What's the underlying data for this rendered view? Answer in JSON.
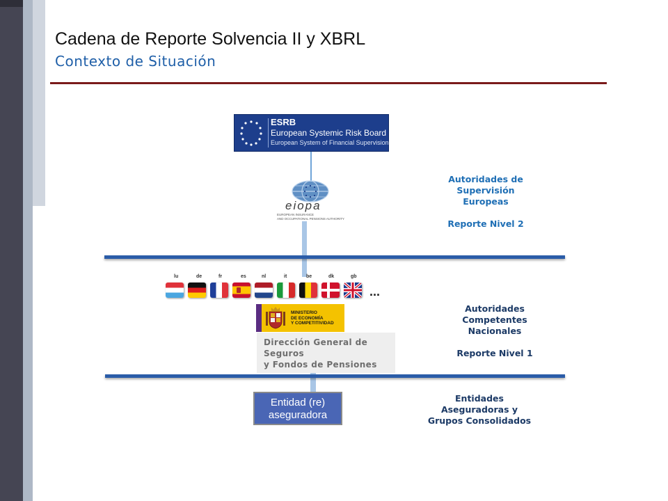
{
  "header": {
    "title": "Cadena de Reporte Solvencia II y XBRL",
    "subtitle": "Contexto de Situación"
  },
  "esrb": {
    "acronym": "ESRB",
    "name": "European Systemic Risk Board",
    "system": "European System of Financial Supervision"
  },
  "eiopa": {
    "wordmark": "eiopa",
    "sub1": "EUROPEAN INSURANCE",
    "sub2": "AND OCCUPATIONAL PENSIONS AUTHORITY"
  },
  "levels": {
    "european": {
      "line1": "Autoridades de",
      "line2": "Supervisión",
      "line3": "Europeas",
      "report": "Reporte Nivel 2"
    },
    "national": {
      "line1": "Autoridades",
      "line2": "Competentes",
      "line3": "Nacionales",
      "report": "Reporte Nivel 1"
    },
    "entities": {
      "line1": "Entidades",
      "line2": "Aseguradoras y",
      "line3": "Grupos Consolidados"
    }
  },
  "flags": [
    {
      "code": "lu"
    },
    {
      "code": "de"
    },
    {
      "code": "fr"
    },
    {
      "code": "es"
    },
    {
      "code": "nl"
    },
    {
      "code": "it"
    },
    {
      "code": "be"
    },
    {
      "code": "dk"
    },
    {
      "code": "gb"
    }
  ],
  "flags_more": "...",
  "ministerio": {
    "line1": "MINISTERIO",
    "line2": "DE ECONOMÍA",
    "line3": "Y COMPETITIVIDAD"
  },
  "dgs": {
    "line1": "Dirección General de",
    "line2": "Seguros",
    "line3": "y Fondos de Pensiones"
  },
  "entidad": {
    "line1": "Entidad (re)",
    "line2": "aseguradora"
  },
  "colors": {
    "accent_blue": "#1f6fb5",
    "rule_red": "#7a1a1a",
    "level_line": "#2a5ca8",
    "entity_box": "#4a66b5"
  }
}
